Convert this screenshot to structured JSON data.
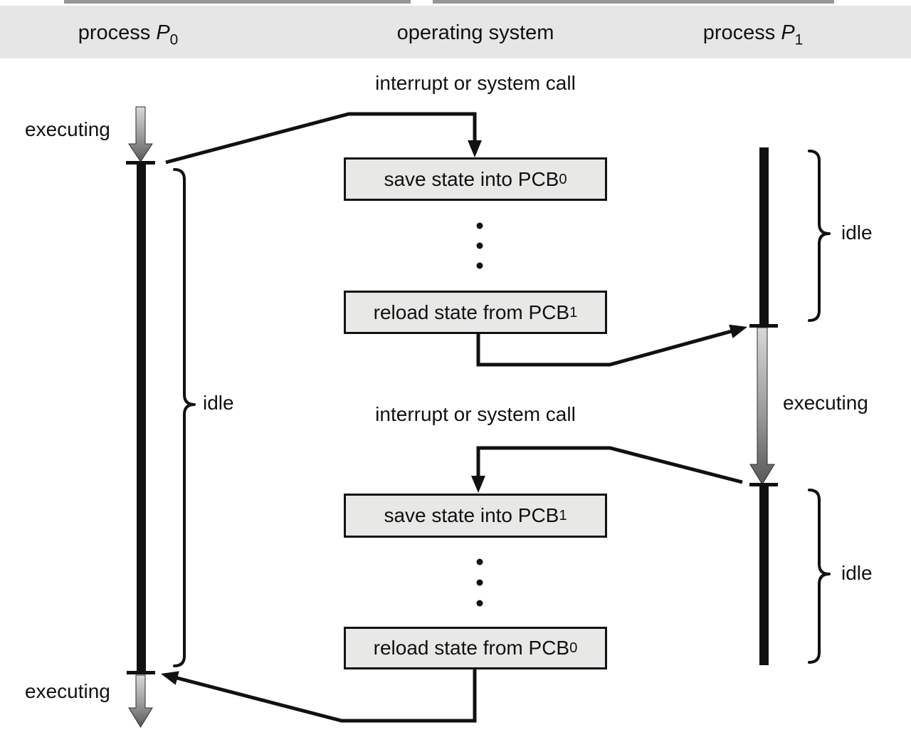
{
  "header": {
    "columns": [
      {
        "prefix": "process ",
        "var": "P",
        "sub": "0"
      },
      {
        "title": "operating system"
      },
      {
        "prefix": "process ",
        "var": "P",
        "sub": "1"
      }
    ]
  },
  "labels": {
    "interrupt_top": "interrupt or system call",
    "interrupt_bottom": "interrupt or system call",
    "executing_p0_top": "executing",
    "executing_p0_bottom": "executing",
    "executing_p1": "executing",
    "idle_p0": "idle",
    "idle_p1_top": "idle",
    "idle_p1_bottom": "idle"
  },
  "boxes": [
    {
      "text": "save state into PCB",
      "sub": "0"
    },
    {
      "text": "reload state from PCB",
      "sub": "1"
    },
    {
      "text": "save state into PCB",
      "sub": "1"
    },
    {
      "text": "reload state from PCB",
      "sub": "0"
    }
  ],
  "colors": {
    "header_bar": "#e6e6e6",
    "box_fill": "#e8e8e7",
    "line": "#111111",
    "executing_gradient_top": "#d8d8d8",
    "executing_gradient_bottom": "#585858"
  }
}
